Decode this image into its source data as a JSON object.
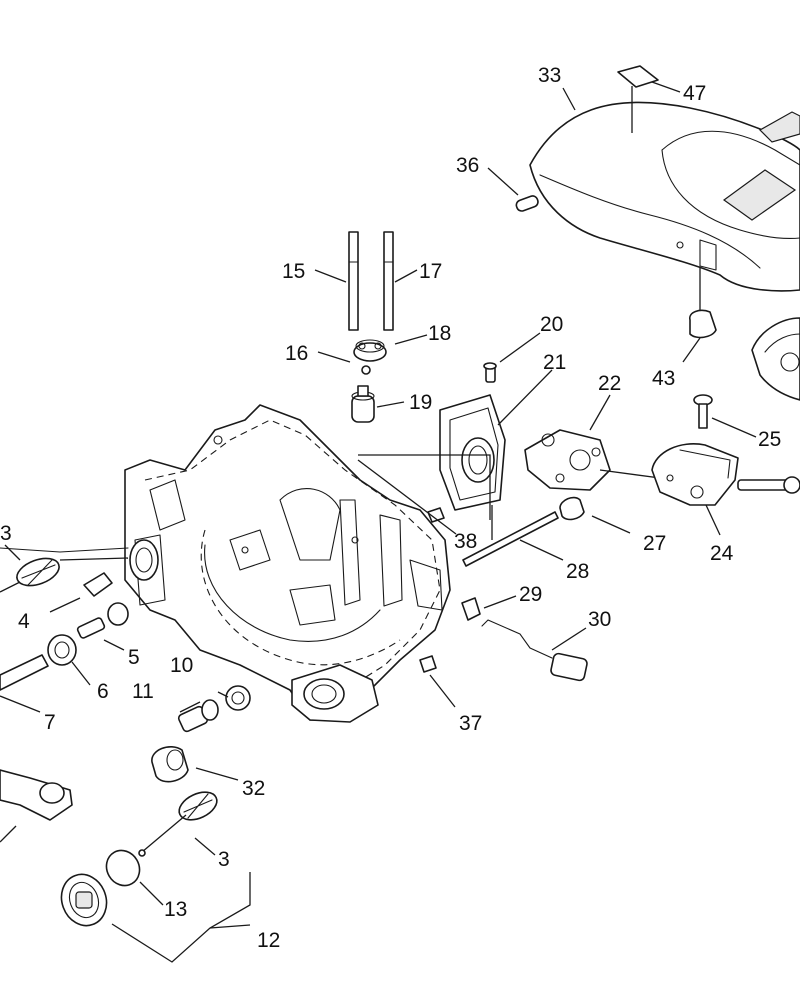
{
  "diagram": {
    "callouts": {
      "c3_top": "3",
      "c3_bottom": "3",
      "c4": "4",
      "c5": "5",
      "c6": "6",
      "c7": "7",
      "c10": "10",
      "c11": "11",
      "c12": "12",
      "c13": "13",
      "c15": "15",
      "c16": "16",
      "c17": "17",
      "c18": "18",
      "c19": "19",
      "c20": "20",
      "c21": "21",
      "c22": "22",
      "c24": "24",
      "c25": "25",
      "c27": "27",
      "c28": "28",
      "c29": "29",
      "c30": "30",
      "c32": "32",
      "c33": "33",
      "c36": "36",
      "c37": "37",
      "c38": "38",
      "c43": "43",
      "c47": "47"
    },
    "colors": {
      "line": "#1a1a1a",
      "background": "#ffffff"
    }
  }
}
